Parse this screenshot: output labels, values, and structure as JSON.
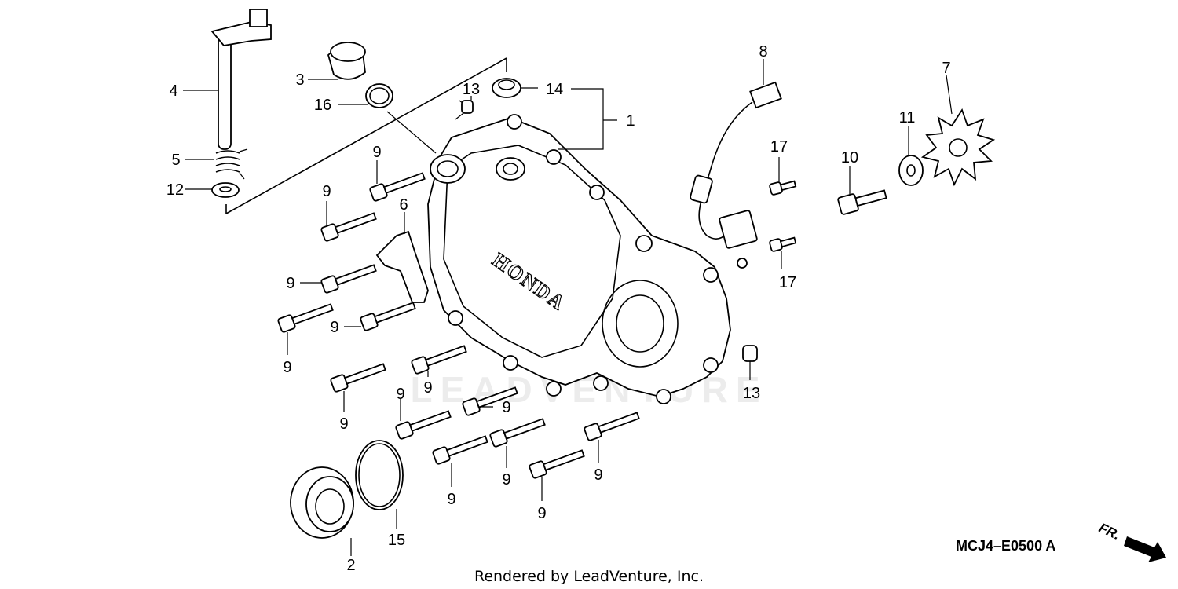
{
  "diagram": {
    "callouts": [
      {
        "id": "c1",
        "text": "1"
      },
      {
        "id": "c2",
        "text": "2"
      },
      {
        "id": "c3",
        "text": "3"
      },
      {
        "id": "c4",
        "text": "4"
      },
      {
        "id": "c5",
        "text": "5"
      },
      {
        "id": "c6",
        "text": "6"
      },
      {
        "id": "c7",
        "text": "7"
      },
      {
        "id": "c8",
        "text": "8"
      },
      {
        "id": "c9a",
        "text": "9"
      },
      {
        "id": "c9b",
        "text": "9"
      },
      {
        "id": "c9c",
        "text": "9"
      },
      {
        "id": "c9d",
        "text": "9"
      },
      {
        "id": "c9e",
        "text": "9"
      },
      {
        "id": "c9f",
        "text": "9"
      },
      {
        "id": "c9g",
        "text": "9"
      },
      {
        "id": "c9h",
        "text": "9"
      },
      {
        "id": "c9i",
        "text": "9"
      },
      {
        "id": "c9j",
        "text": "9"
      },
      {
        "id": "c9k",
        "text": "9"
      },
      {
        "id": "c9l",
        "text": "9"
      },
      {
        "id": "c9m",
        "text": "9"
      },
      {
        "id": "c10",
        "text": "10"
      },
      {
        "id": "c11",
        "text": "11"
      },
      {
        "id": "c12",
        "text": "12"
      },
      {
        "id": "c13a",
        "text": "13"
      },
      {
        "id": "c13b",
        "text": "13"
      },
      {
        "id": "c14",
        "text": "14"
      },
      {
        "id": "c15",
        "text": "15"
      },
      {
        "id": "c16",
        "text": "16"
      },
      {
        "id": "c17a",
        "text": "17"
      },
      {
        "id": "c17b",
        "text": "17"
      }
    ],
    "cover_brand": "HONDA",
    "diagram_code": "MCJ4–E0500 A",
    "direction_label": "FR.",
    "watermark": "LEADVENTURE",
    "credit": "Rendered by LeadVenture, Inc."
  }
}
